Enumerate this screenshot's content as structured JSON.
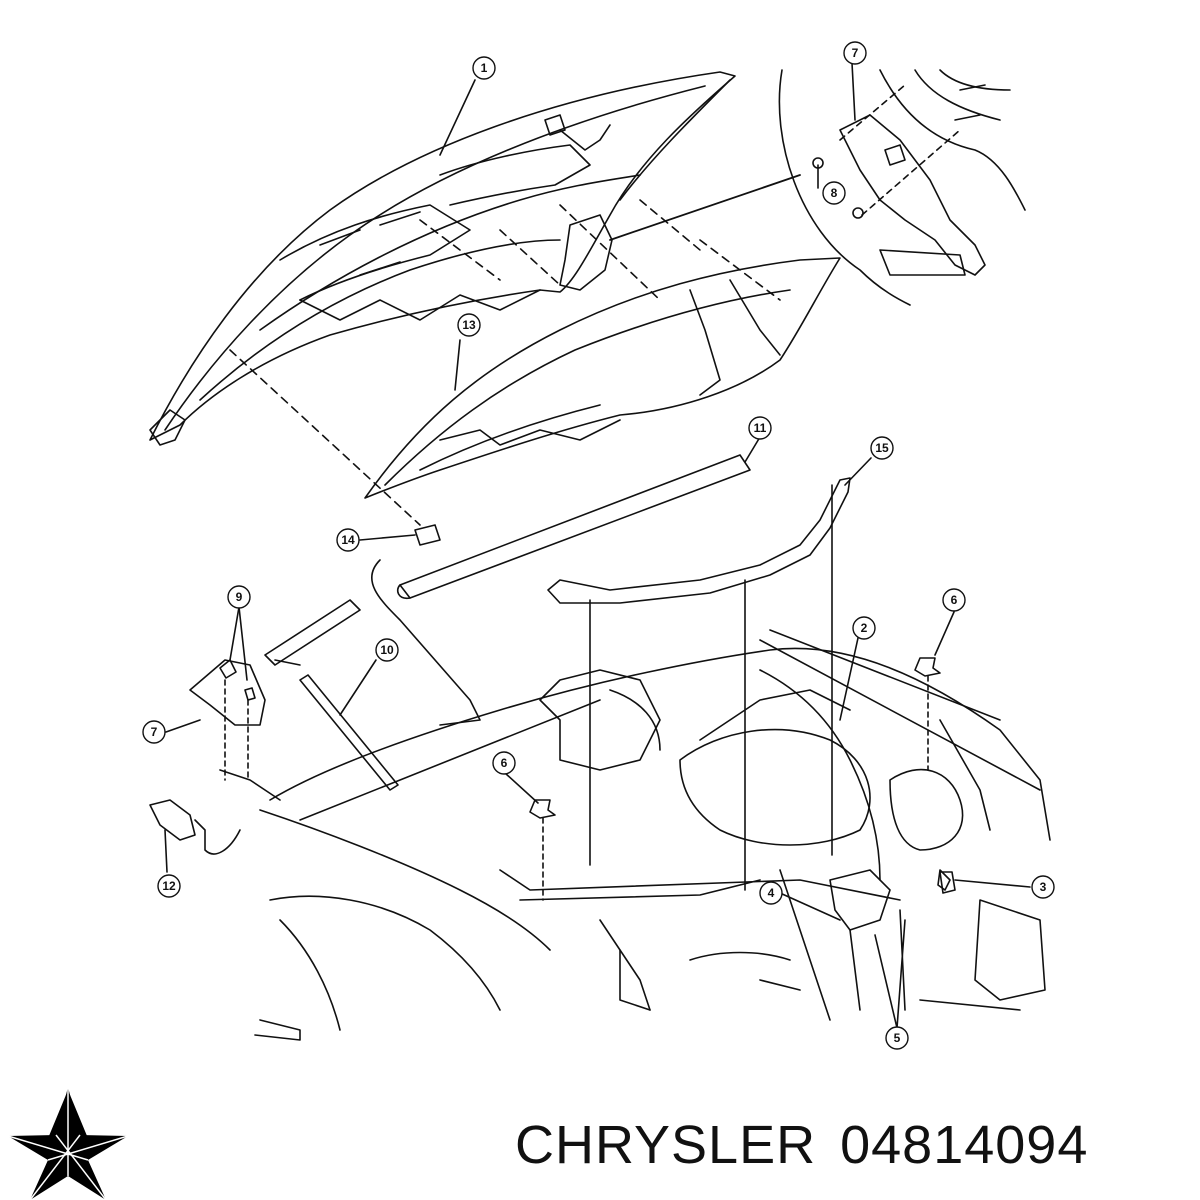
{
  "callouts": [
    "1",
    "2",
    "3",
    "4",
    "5",
    "6",
    "6",
    "7",
    "7",
    "8",
    "9",
    "10",
    "11",
    "12",
    "13",
    "14",
    "15"
  ],
  "brand": "CHRYSLER",
  "part_number": "04814094",
  "logo_icon": "chrysler-pentastar-icon",
  "colors": {
    "line": "#111111",
    "background": "#ffffff",
    "logo": "#000000"
  }
}
